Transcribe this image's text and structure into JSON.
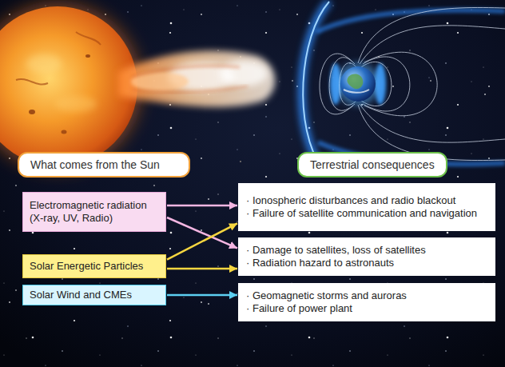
{
  "diagram": {
    "nodes": [
      {
        "text": [
          "What comes from the Sun"
        ]
      },
      {
        "text": [
          "Terrestrial consequences"
        ]
      },
      {
        "text": [
          "Electromagnetic radiation (X-ray, UV, Radio)"
        ]
      },
      {
        "text": [
          "Solar Energetic Particles"
        ]
      },
      {
        "text": [
          "Solar Wind and CMEs"
        ]
      },
      {
        "text": [
          "· Ionospheric disturbances and radio blackout",
          "· Failure of satellite communication and navigation"
        ]
      },
      {
        "text": [
          "· Damage to satellites, loss of satellites",
          "· Radiation hazard to astronauts"
        ]
      },
      {
        "text": [
          "· Geomagnetic storms and auroras",
          "· Failure of power plant"
        ]
      }
    ],
    "edges": [
      {
        "from": 2,
        "to": 5,
        "arrow": "to"
      },
      {
        "from": 2,
        "to": 6,
        "arrow": "to"
      },
      {
        "from": 3,
        "to": 5,
        "arrow": "to"
      },
      {
        "from": 3,
        "to": 6,
        "arrow": "to"
      },
      {
        "from": 4,
        "to": 7,
        "arrow": "to"
      }
    ]
  }
}
